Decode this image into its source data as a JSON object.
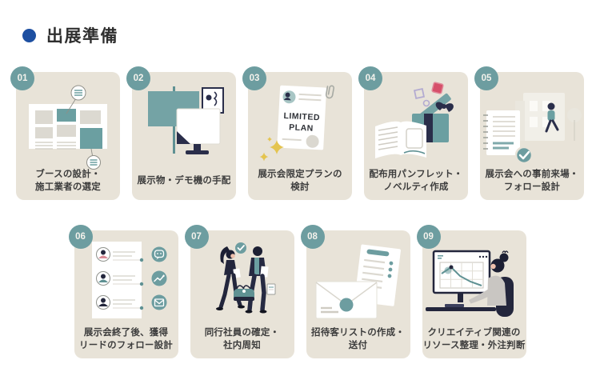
{
  "header": {
    "title": "出展準備"
  },
  "colors": {
    "accent_blue": "#1d4fa1",
    "badge_teal": "#6d9da0",
    "illustration_teal": "#6b9fa1",
    "dark_teal": "#5f9193",
    "navy": "#2a2e4a",
    "card_beige": "#e8e3d8",
    "caption_text": "#3d3d3d",
    "line_gray": "#dcd9d1",
    "gold": "#e4c44f",
    "pink_red": "#d6506a",
    "lavender": "#b3abd1",
    "skin": "#eec0ac",
    "white": "#ffffff"
  },
  "icons": {
    "bullet": "filled-circle",
    "menu": "hamburger-lines-in-circle",
    "check": "checkmark-in-circle",
    "chat": "speech-bubble",
    "chart": "trend-line",
    "mail": "envelope",
    "paperclip": "paperclip",
    "sparkle": "four-point-star"
  },
  "cards": [
    {
      "number": "01",
      "line1": "ブースの設計・",
      "line2": "施工業者の選定",
      "illustration": "booth-layout-plan"
    },
    {
      "number": "02",
      "line1": "展示物・デモ機の手配",
      "line2": "",
      "illustration": "signboard-monitor-frame"
    },
    {
      "number": "03",
      "line1": "展示会限定プランの",
      "line2": "検討",
      "illustration": "limited-plan-document",
      "doc_line1": "LIMITED",
      "doc_line2": "PLAN"
    },
    {
      "number": "04",
      "line1": "配布用パンフレット・",
      "line2": "ノベルティ作成",
      "illustration": "pamphlet-and-giftbox"
    },
    {
      "number": "05",
      "line1": "展示会への事前来場・",
      "line2": "フォロー設計",
      "illustration": "venue-visit-checklist"
    },
    {
      "number": "06",
      "line1": "展示会終了後、獲得",
      "line2": "リードのフォロー設計",
      "illustration": "lead-list-contacts"
    },
    {
      "number": "07",
      "line1": "同行社員の確定・",
      "line2": "社内周知",
      "illustration": "two-colleagues-walking"
    },
    {
      "number": "08",
      "line1": "招待客リストの作成・",
      "line2": "送付",
      "illustration": "invitation-envelope-list"
    },
    {
      "number": "09",
      "line1": "クリエイティブ関連の",
      "line2": "リソース整理・外注判断",
      "illustration": "designer-at-monitor"
    }
  ]
}
